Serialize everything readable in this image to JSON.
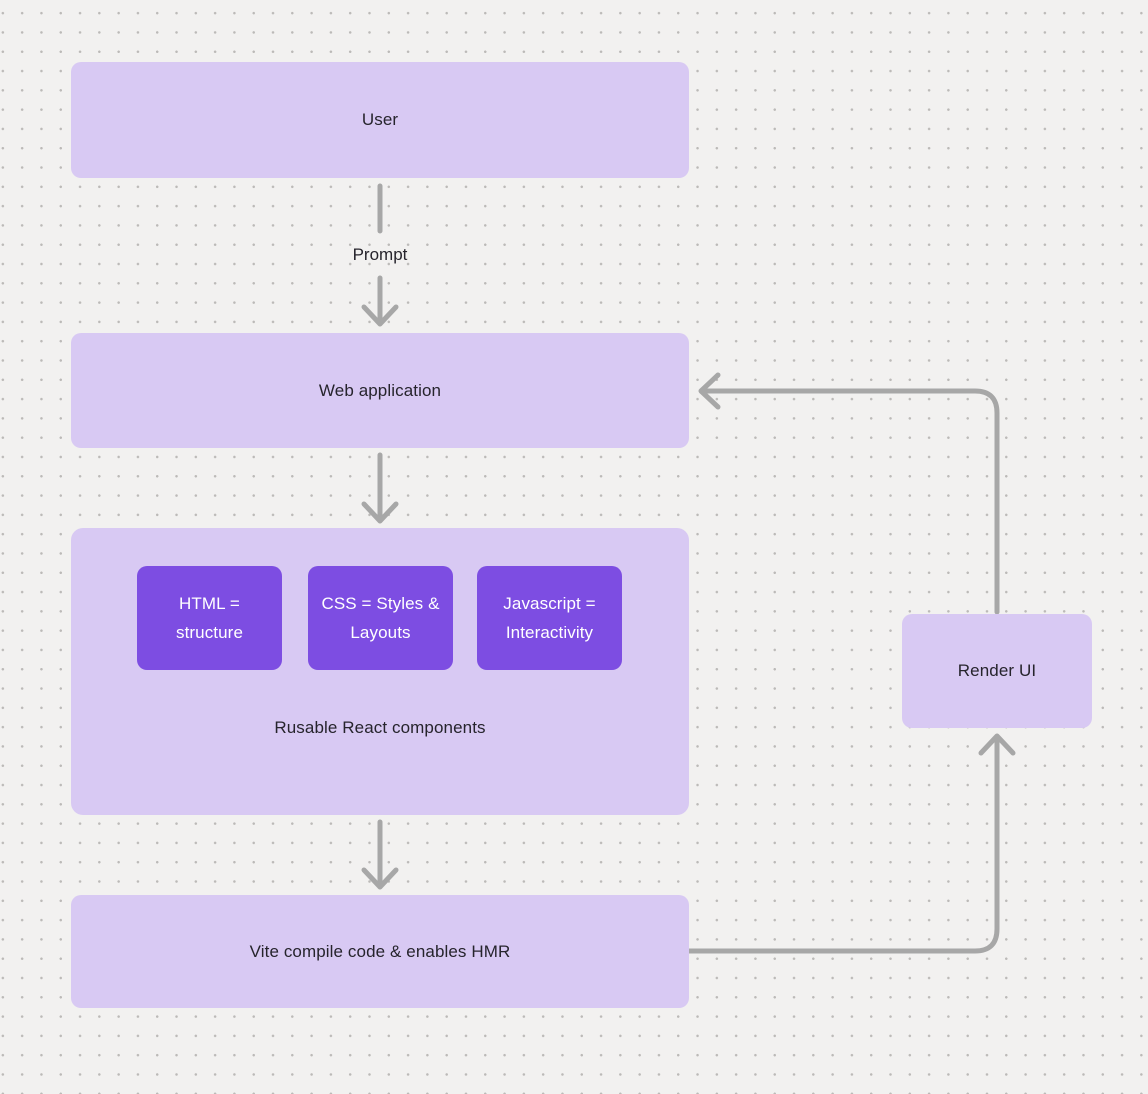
{
  "colors": {
    "background": "#f2f1f0",
    "dot": "#bcbab8",
    "node_light": "#d8c9f3",
    "node_dark": "#7d4de2",
    "arrow": "#a7a7a7",
    "text_dark": "#26242c",
    "text_light": "#ffffff"
  },
  "nodes": {
    "user": {
      "label": "User"
    },
    "web_application": {
      "label": "Web application"
    },
    "components": {
      "caption": "Rusable React components",
      "children": [
        {
          "label": "HTML = structure"
        },
        {
          "label": "CSS = Styles & Layouts"
        },
        {
          "label": "Javascript = Interactivity"
        }
      ]
    },
    "vite": {
      "label": "Vite compile code & enables HMR"
    },
    "render_ui": {
      "label": "Render UI"
    }
  },
  "edges": {
    "prompt_label": "Prompt"
  }
}
